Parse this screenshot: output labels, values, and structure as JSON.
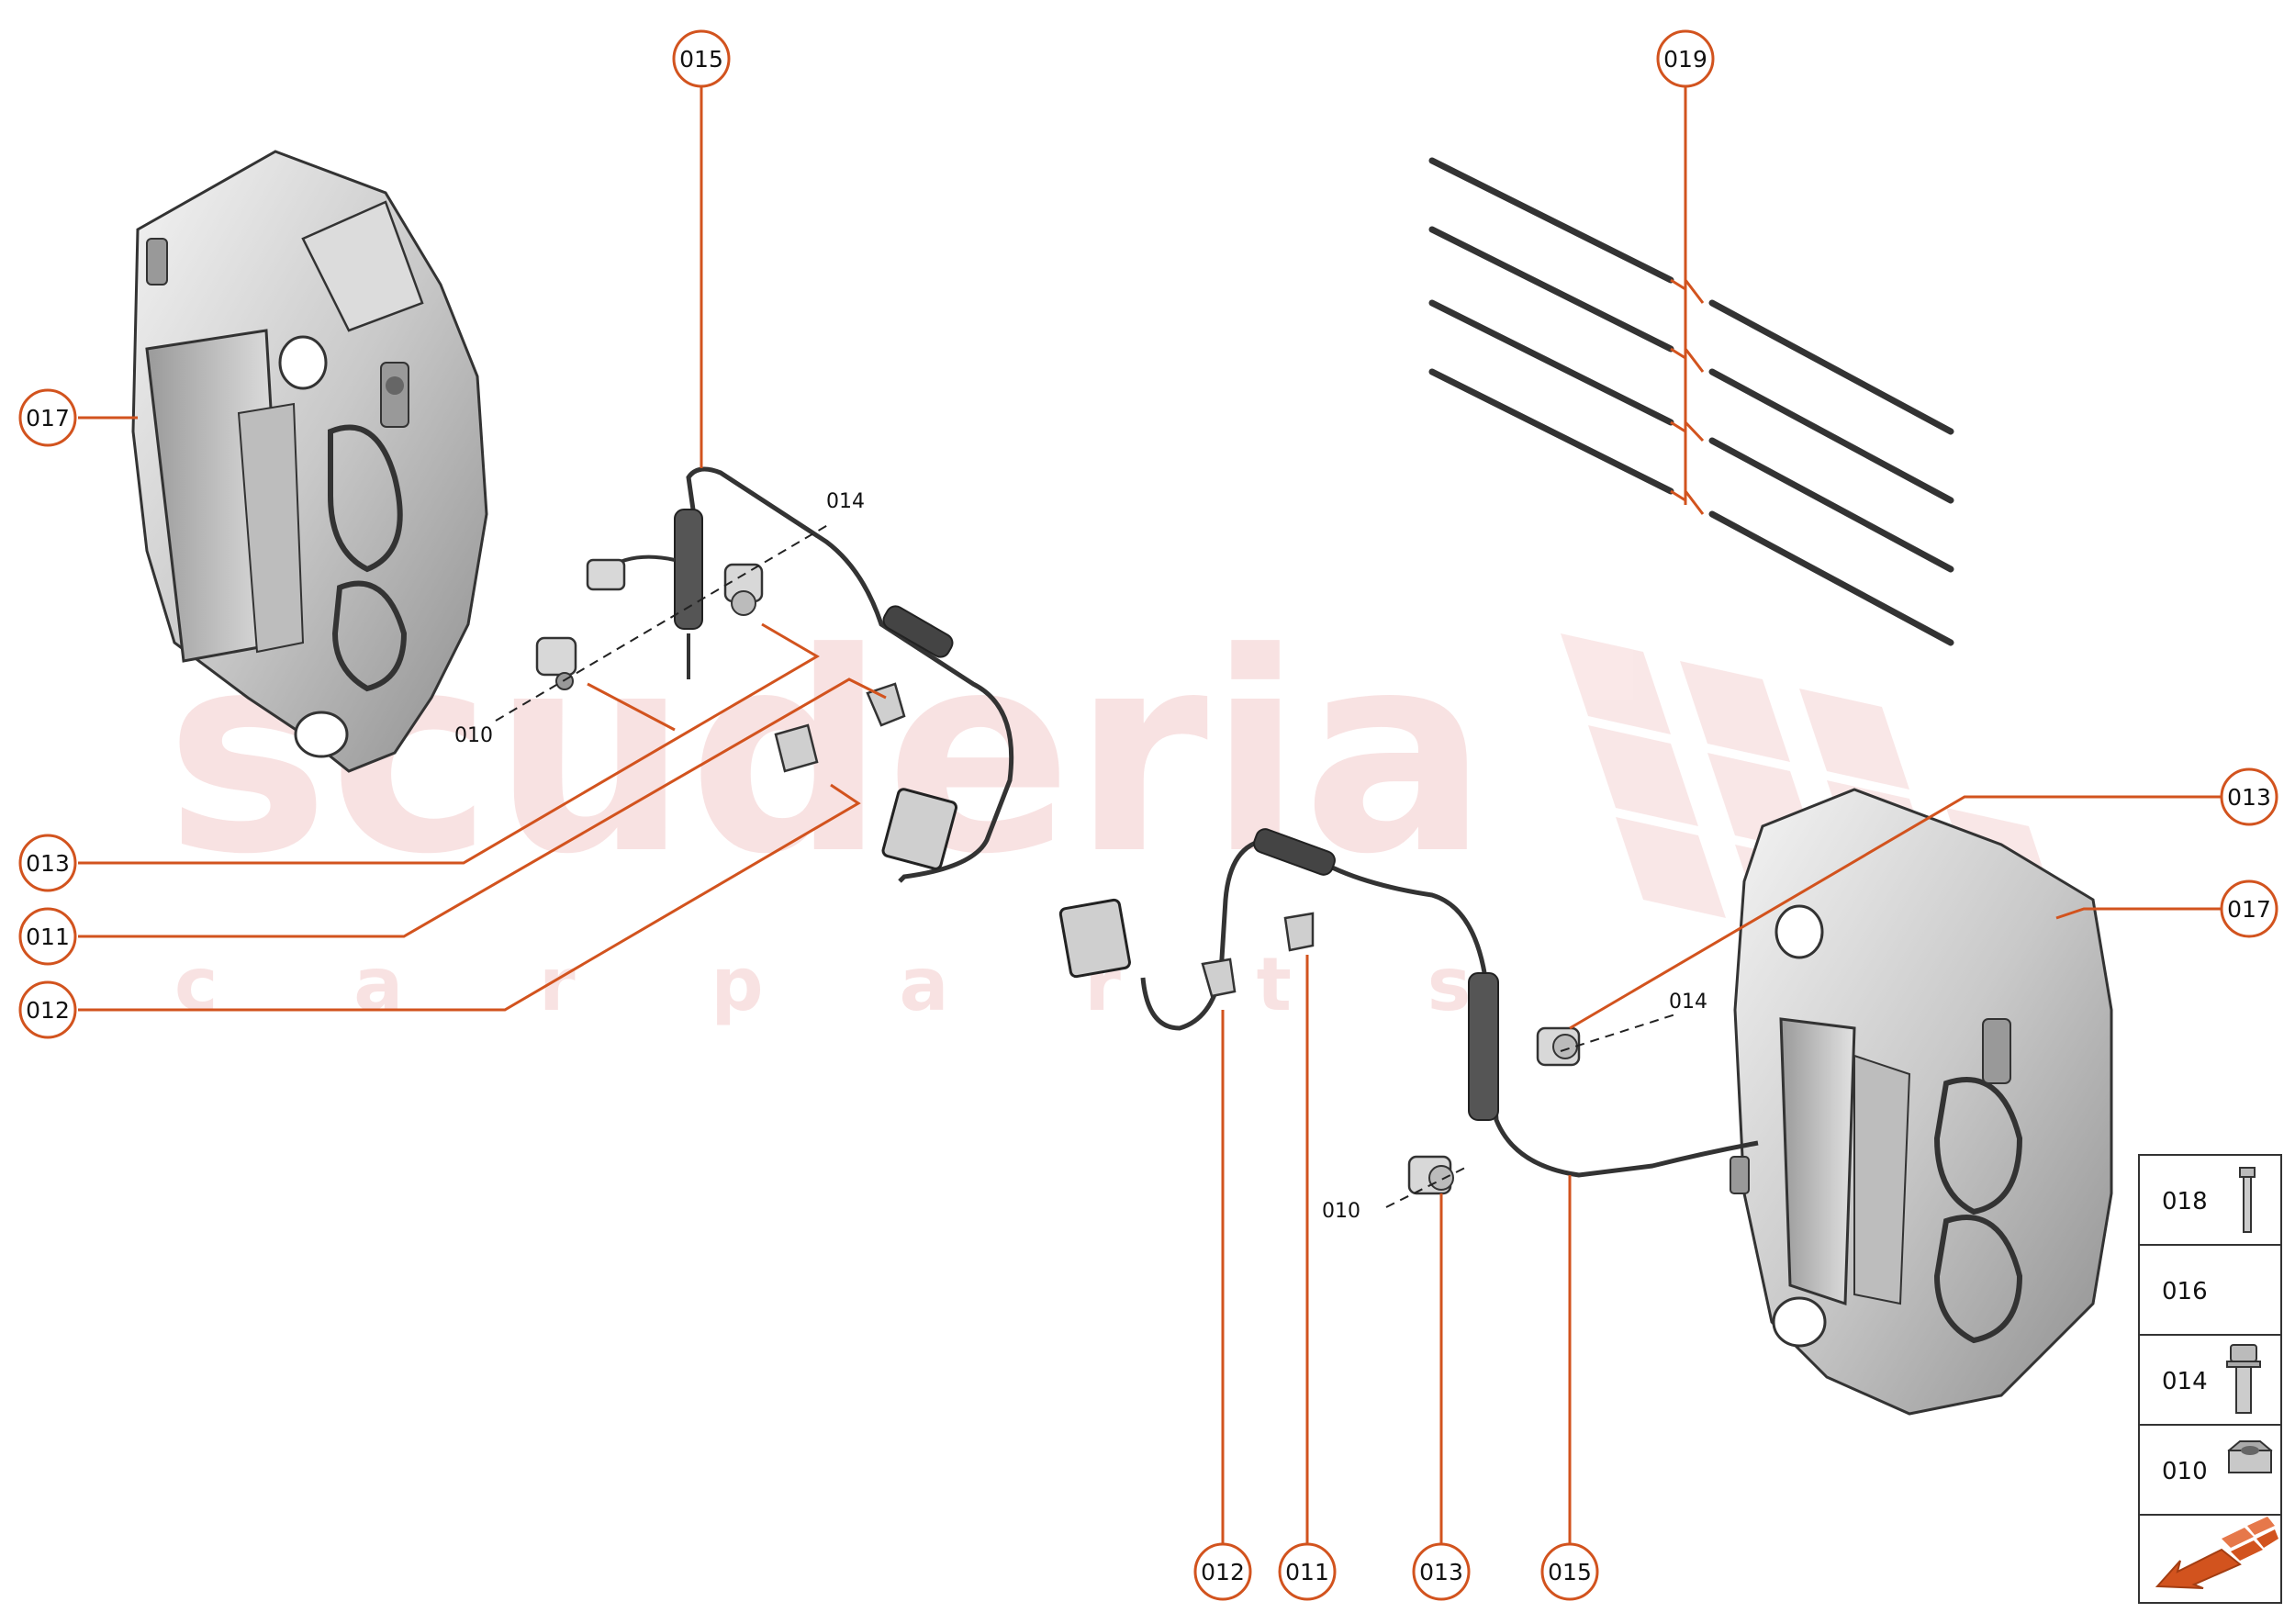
{
  "watermark": {
    "brand": "scuderia",
    "tagline": "c a r   p a r t s"
  },
  "callouts": {
    "c015_top": "015",
    "c019_top": "019",
    "c017_left": "017",
    "c013_left": "013",
    "c011_left": "011",
    "c012_left": "012",
    "c013_right": "013",
    "c017_right": "017",
    "c012_bottom": "012",
    "c011_bottom": "011",
    "c013_bottom": "013",
    "c015_bottom": "015"
  },
  "inline_labels": {
    "l014_left": "014",
    "l010_left": "010",
    "l014_right": "014",
    "l010_right": "010"
  },
  "legend": {
    "rows": [
      {
        "code": "018",
        "icon": "long-bolt-icon"
      },
      {
        "code": "016",
        "icon": ""
      },
      {
        "code": "014",
        "icon": "flange-bolt-icon"
      },
      {
        "code": "010",
        "icon": "nut-icon"
      }
    ],
    "footer_icon": "direction-arrow-icon"
  },
  "colors": {
    "accent": "#d2531e",
    "outline": "#333333",
    "part_fill": "#cfcfcf",
    "watermark": "#f3cccc"
  }
}
